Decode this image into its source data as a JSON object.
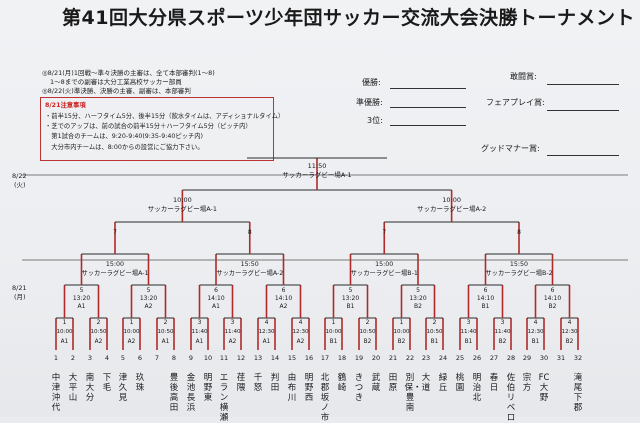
{
  "title": "第41回大分県スポーツ少年団サッカー交流大会決勝トーナメント",
  "notes": [
    "◎8/21(月)1回戦～準々決勝の主審は、全て本部審判(1～8)",
    "1～8までの副審は大分工業高校サッカー部員",
    "◎8/22(火)準決勝、決勝の主審、副審は、本部審判"
  ],
  "awards": {
    "left": [
      "優勝:",
      "準優勝:",
      "3位:"
    ],
    "right": [
      "敢闘賞:",
      "フェアプレイ賞:",
      "グッドマナー賞:"
    ]
  },
  "box": {
    "heading": "8/21注意事項",
    "lines": [
      "・前半15分、ハーフタイム5分、後半15分（飲水タイムは、アディショナルタイム）",
      "・芝でのアップは、前の試合の前半15分＋ハーフタイム5分（ピッチ内）",
      "　第1試合のチームは、9:20-9:40(9:35-9:40ピッチ内)",
      "　大分市内チームは、8:00からの設営にご協力下さい。"
    ]
  },
  "dates": {
    "day2": "8/22\n(火)",
    "day1": "8/21\n(月)"
  },
  "final": {
    "time": "11:50",
    "venue": "サッカーラグビー場A-1"
  },
  "semis": [
    {
      "time": "10:00",
      "venue": "サッカーラグビー場A-1"
    },
    {
      "time": "10:00",
      "venue": "サッカーラグビー場A-2"
    }
  ],
  "quarters": [
    {
      "num": "7",
      "time": "15:00",
      "venue": "サッカーラグビー場A-1"
    },
    {
      "num": "8",
      "time": "15:50",
      "venue": "サッカーラグビー場A-2"
    },
    {
      "num": "7",
      "time": "15:00",
      "venue": "サッカーラグビー場B-1"
    },
    {
      "num": "8",
      "time": "15:50",
      "venue": "サッカーラグビー場B-2"
    }
  ],
  "r2": [
    {
      "num": "5",
      "time": "13:20",
      "court": "A1"
    },
    {
      "num": "5",
      "time": "13:20",
      "court": "A2"
    },
    {
      "num": "6",
      "time": "14:10",
      "court": "A1"
    },
    {
      "num": "6",
      "time": "14:10",
      "court": "A2"
    },
    {
      "num": "5",
      "time": "13:20",
      "court": "B1"
    },
    {
      "num": "5",
      "time": "13:20",
      "court": "B2"
    },
    {
      "num": "6",
      "time": "14:10",
      "court": "B1"
    },
    {
      "num": "6",
      "time": "14:10",
      "court": "B2"
    }
  ],
  "r1": [
    {
      "num": "1",
      "time": "10:00",
      "court": "A1"
    },
    {
      "num": "2",
      "time": "10:50",
      "court": "A2"
    },
    {
      "num": "1",
      "time": "10:00",
      "court": "A2"
    },
    {
      "num": "2",
      "time": "10:50",
      "court": "A1"
    },
    {
      "num": "3",
      "time": "11:40",
      "court": "A1"
    },
    {
      "num": "3",
      "time": "11:40",
      "court": "A2"
    },
    {
      "num": "4",
      "time": "12:30",
      "court": "A1"
    },
    {
      "num": "4",
      "time": "12:30",
      "court": "A2"
    },
    {
      "num": "1",
      "time": "10:00",
      "court": "B1"
    },
    {
      "num": "2",
      "time": "10:50",
      "court": "B2"
    },
    {
      "num": "1",
      "time": "10:00",
      "court": "B2"
    },
    {
      "num": "2",
      "time": "10:50",
      "court": "B1"
    },
    {
      "num": "3",
      "time": "11:40",
      "court": "B1"
    },
    {
      "num": "3",
      "time": "11:40",
      "court": "B2"
    },
    {
      "num": "4",
      "time": "12:30",
      "court": "B1"
    },
    {
      "num": "4",
      "time": "12:30",
      "court": "B2"
    }
  ],
  "teams": [
    "中津沖代",
    "大平山",
    "南大分",
    "下毛",
    "津久見",
    "玖珠",
    "豊後高田",
    "金池長浜",
    "明野東",
    "エラン横瀬",
    "荏隈",
    "千怒",
    "判田",
    "由布川",
    "明野西",
    "北郡坂ノ市",
    "鶴崎",
    "きつき",
    "武蔵",
    "田原",
    "別保・豊南",
    "大道",
    "緑丘",
    "桃園",
    "明治北",
    "春日",
    "佐伯リベロ",
    "宗方",
    "FC大野",
    "滝尾下郡"
  ],
  "seeds": [
    "1",
    "2",
    "3",
    "4",
    "5",
    "6",
    "7",
    "8",
    "9",
    "10",
    "11",
    "12",
    "13",
    "14",
    "15",
    "16",
    "17",
    "18",
    "19",
    "20",
    "21",
    "22",
    "23",
    "24",
    "25",
    "26",
    "27",
    "28",
    "29",
    "30",
    "31",
    "32"
  ]
}
